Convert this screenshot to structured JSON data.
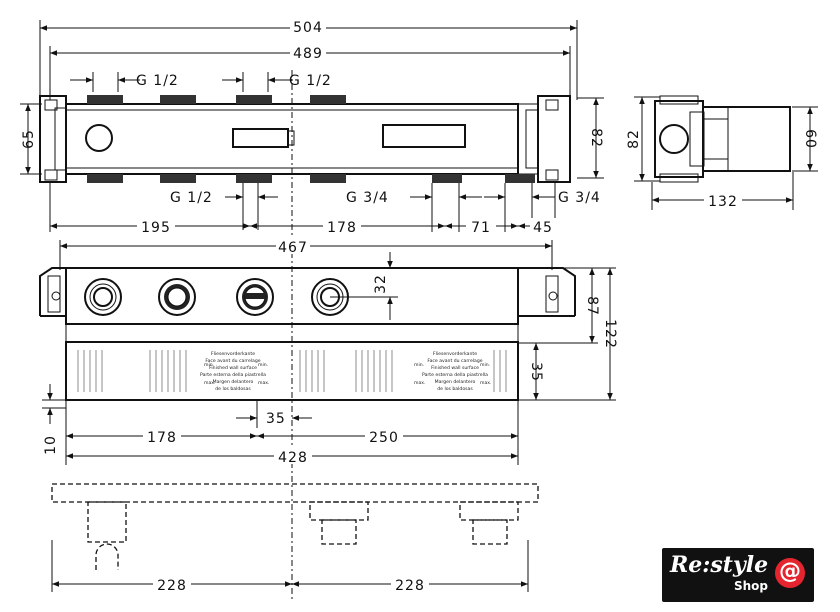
{
  "dimensions": {
    "top_total": "504",
    "top_body": "489",
    "outlet_g12_left": "G 1/2",
    "outlet_g12_right": "G 1/2",
    "outlet_g12_bottom": "G 1/2",
    "outlet_g34_left": "G 3/4",
    "outlet_g34_right": "G 3/4",
    "left_height": "65",
    "right_height": "82",
    "d195": "195",
    "d178_top": "178",
    "d71": "71",
    "d45": "45",
    "side_height": "82",
    "side_depth": "60",
    "side_width": "132",
    "front_width": "467",
    "front_32": "32",
    "front_87": "87",
    "front_122": "122",
    "front_35_right": "35",
    "front_35_bottom": "35",
    "front_10": "10",
    "front_178": "178",
    "front_250": "250",
    "front_428": "428",
    "bottom_228_left": "228",
    "bottom_228_right": "228"
  },
  "label_plate": {
    "lines": [
      "Fliesenvorderkante",
      "Face avant du carrelage",
      "Finished wall surface",
      "Parte esterna della piastrella",
      "Margen delantero",
      "de los baldosas"
    ],
    "min_label": "min.",
    "max_label": "max."
  },
  "logo": {
    "brand": "Re:style",
    "sub": "Shop",
    "symbol": "@"
  }
}
